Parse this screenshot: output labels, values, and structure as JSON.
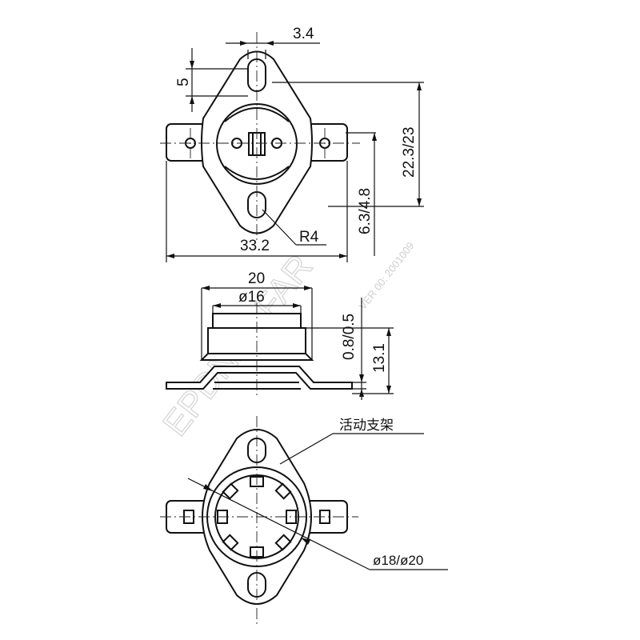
{
  "dimensions": {
    "tab_width": "3.4",
    "hole_offset": "5",
    "height_total": "22.3/23",
    "terminal_offset": "6.3/4.8",
    "length": "33.2",
    "radius": "R4",
    "body_width": "20",
    "cap_diameter": "ø16",
    "bracket_thickness": "0.8/0.5",
    "height": "13.1",
    "bracket_label": "活动支架",
    "disc_diameter": "ø18/ø20"
  },
  "watermark": {
    "brand": "EPDNAL FAR",
    "code": "VER 00: 2001009"
  }
}
